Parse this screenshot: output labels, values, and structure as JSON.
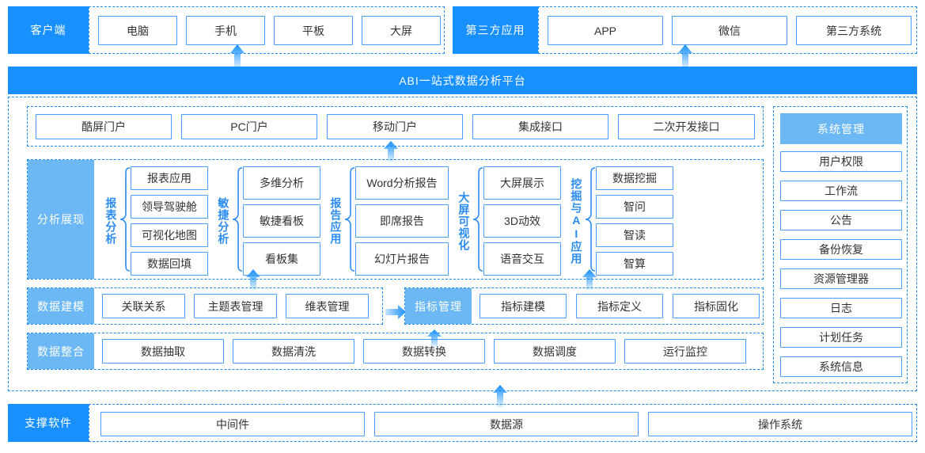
{
  "top": {
    "client": {
      "label": "客户端",
      "items": [
        "电脑",
        "手机",
        "平板",
        "大屏"
      ]
    },
    "third_party": {
      "label": "第三方应用",
      "items": [
        "APP",
        "微信",
        "第三方系统"
      ]
    }
  },
  "banner": {
    "title": "ABI一站式数据分析平台"
  },
  "portal": {
    "items": [
      "酷屏门户",
      "PC门户",
      "移动门户",
      "集成接口",
      "二次开发接口"
    ]
  },
  "analysis": {
    "label": "分析展现",
    "groups": [
      {
        "label": "报表分析",
        "items": [
          "报表应用",
          "领导驾驶舱",
          "可视化地图",
          "数据回填"
        ]
      },
      {
        "label": "敏捷分析",
        "items": [
          "多维分析",
          "敏捷看板",
          "看板集"
        ]
      },
      {
        "label": "报告应用",
        "items": [
          "Word分析报告",
          "即席报告",
          "幻灯片报告"
        ]
      },
      {
        "label": "大屏可视化",
        "items": [
          "大屏展示",
          "3D动效",
          "语音交互"
        ]
      },
      {
        "label": "挖掘与AI应用",
        "items": [
          "数据挖掘",
          "智问",
          "智读",
          "智算"
        ]
      }
    ]
  },
  "modeling": {
    "label": "数据建模",
    "items": [
      "关联关系",
      "主题表管理",
      "维表管理"
    ]
  },
  "metric": {
    "label": "指标管理",
    "items": [
      "指标建模",
      "指标定义",
      "指标固化"
    ]
  },
  "integration": {
    "label": "数据整合",
    "items": [
      "数据抽取",
      "数据清洗",
      "数据转换",
      "数据调度",
      "运行监控"
    ]
  },
  "system_management": {
    "label": "系统管理",
    "items": [
      "用户权限",
      "工作流",
      "公告",
      "备份恢复",
      "资源管理器",
      "日志",
      "计划任务",
      "系统信息"
    ]
  },
  "support": {
    "label": "支撑软件",
    "items": [
      "中间件",
      "数据源",
      "操作系统"
    ]
  },
  "colors": {
    "primary_blue": "#1890ff",
    "light_blue": "#6cb8f5",
    "border_blue": "#4a9eff",
    "dash_blue": "#1e8bf0",
    "label_blue": "#2b8cf0",
    "text": "#333333"
  }
}
